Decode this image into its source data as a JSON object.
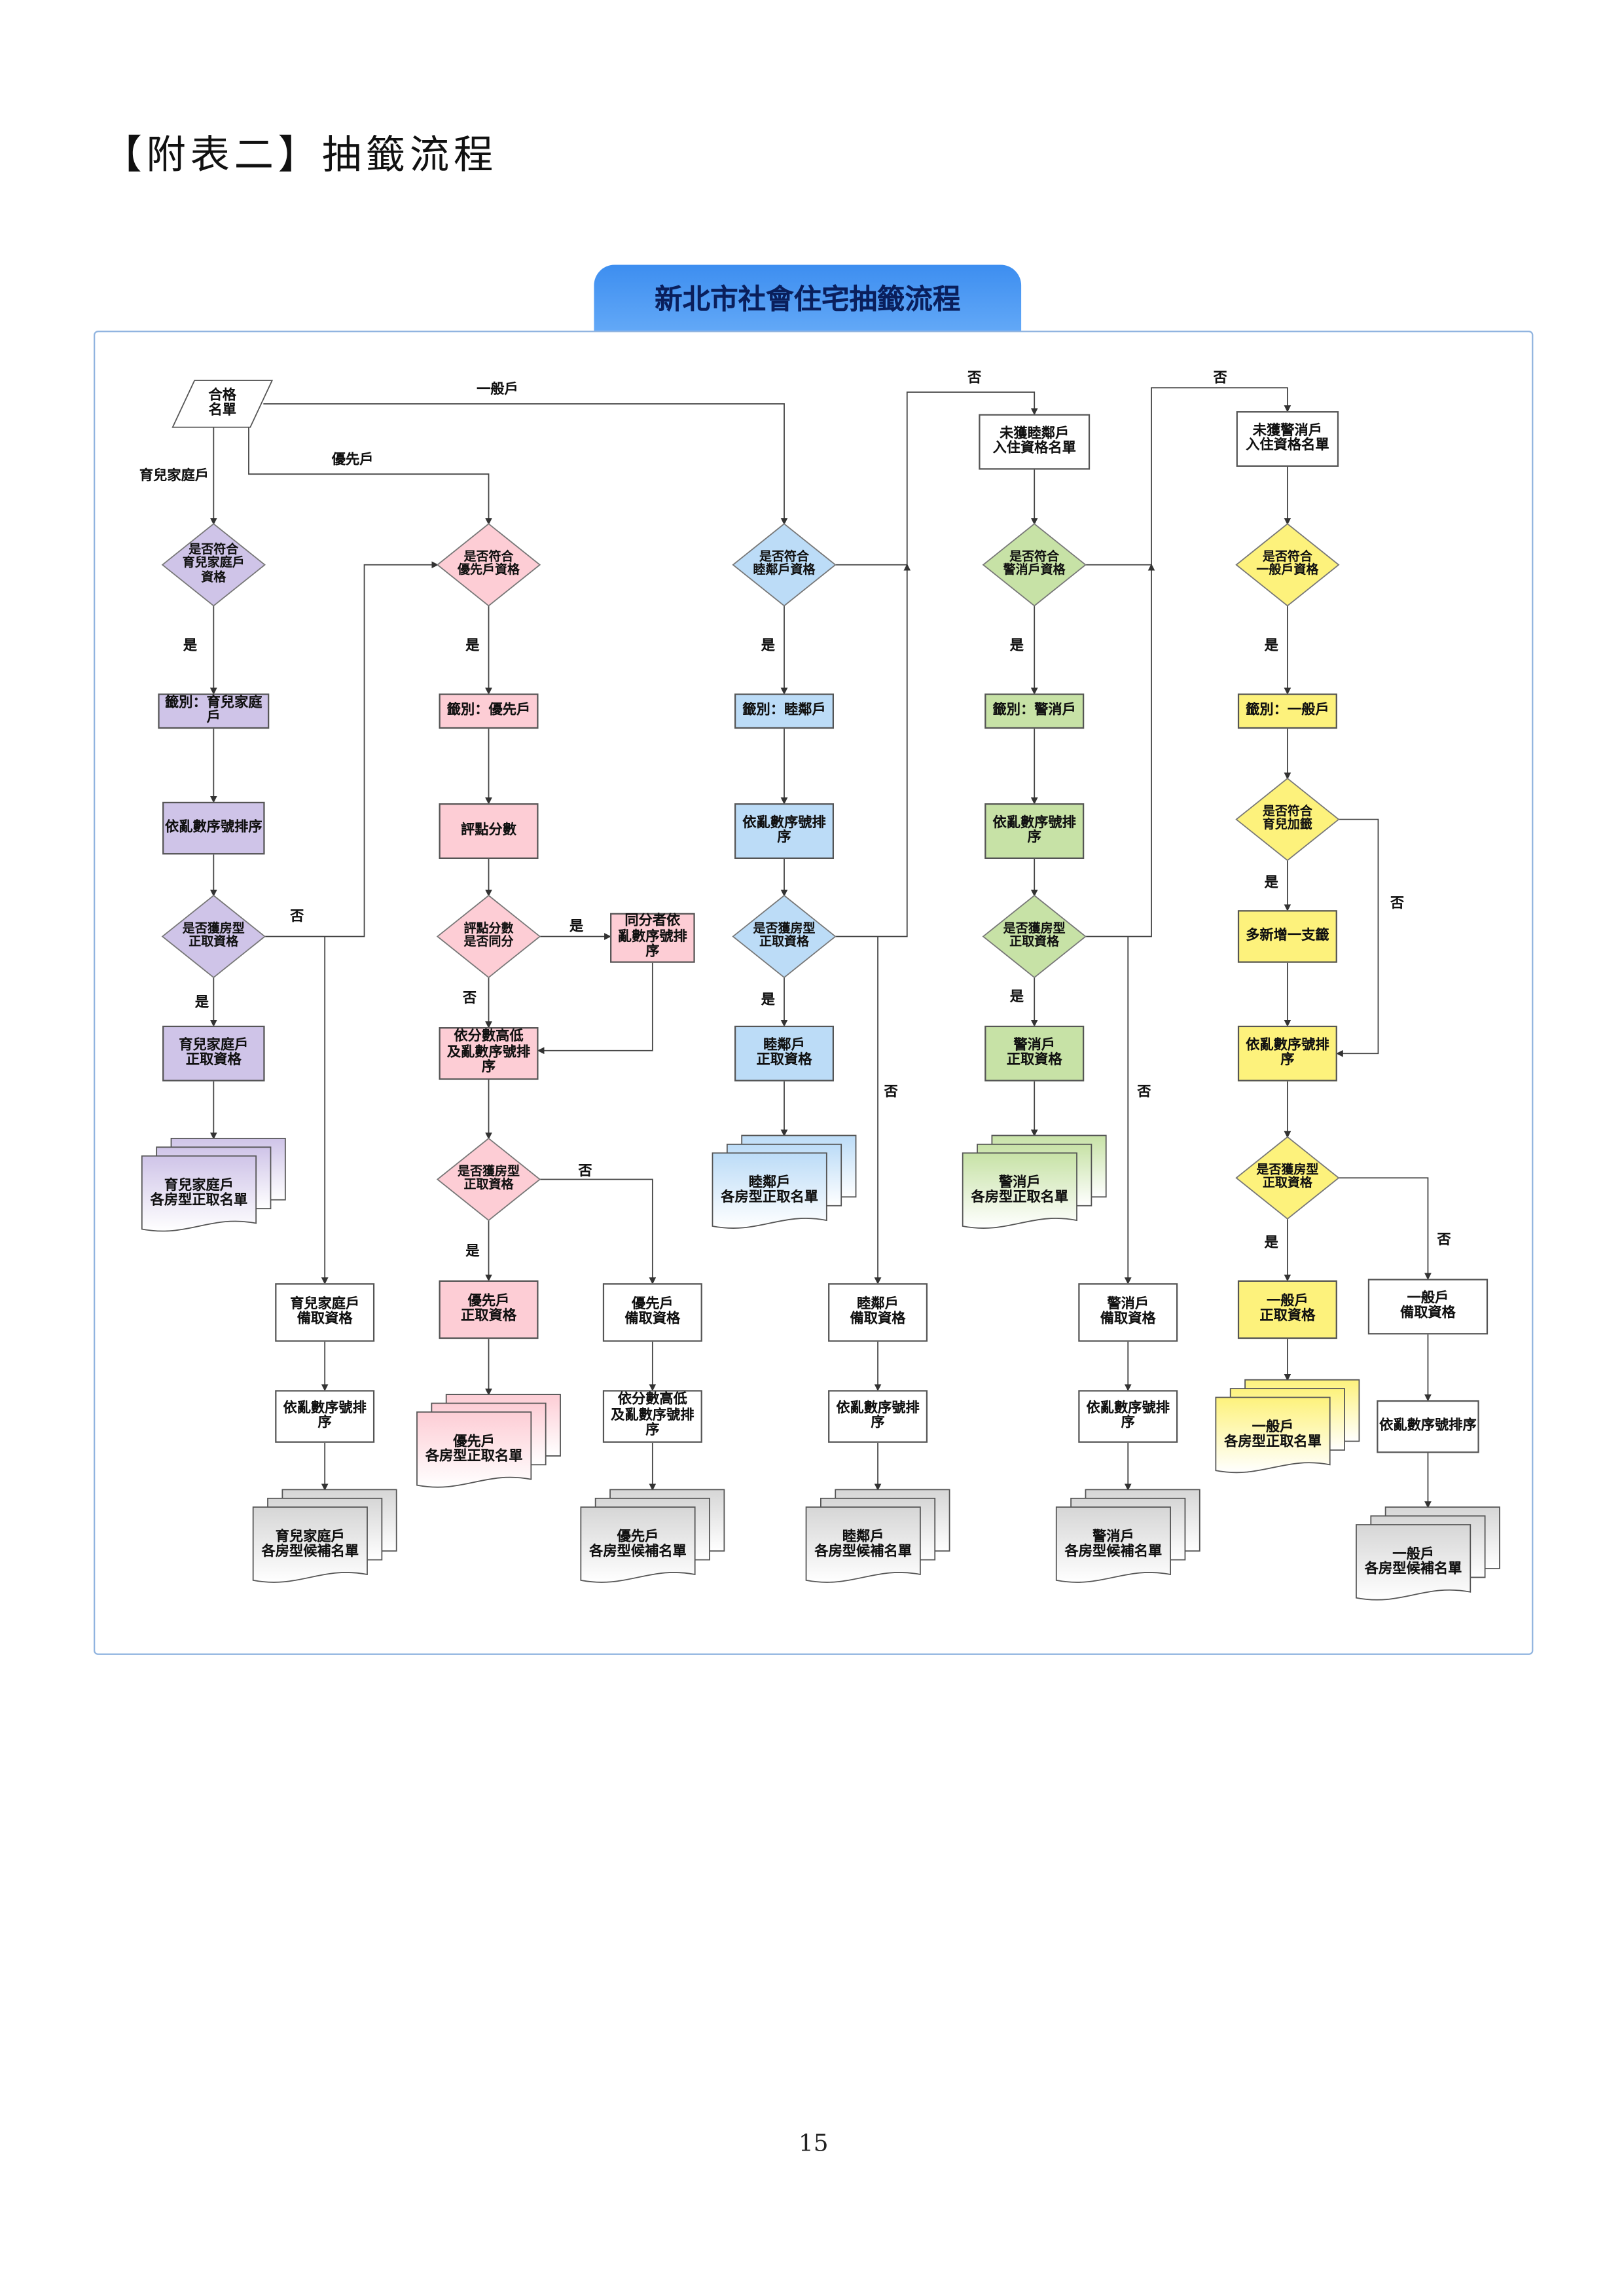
{
  "page": {
    "heading": "【附表二】抽籤流程",
    "flow_title": "新北市社會住宅抽籤流程",
    "page_number": "15"
  },
  "palette": {
    "purple": "#cfc4e8",
    "pink": "#fdcdd5",
    "blue": "#bcdcf7",
    "green": "#c7e2a6",
    "yellow": "#fdf27c",
    "white": "#ffffff",
    "gray": "#d6d6d6",
    "line": "#444444",
    "frame": "#8fb3df",
    "title_bar": "#4a98f3"
  },
  "nodes": {
    "start": {
      "text": "合格\n名單",
      "color": "white"
    },
    "p_q1": {
      "text": "是否符合\n育兒家庭戶\n資格",
      "color": "purple"
    },
    "k_q1": {
      "text": "是否符合\n優先戶資格",
      "color": "pink"
    },
    "b_q1": {
      "text": "是否符合\n睦鄰戶資格",
      "color": "blue"
    },
    "g_q1": {
      "text": "是否符合\n警消戶資格",
      "color": "green"
    },
    "y_q1": {
      "text": "是否符合\n一般戶資格",
      "color": "yellow"
    },
    "g_unq": {
      "text": "未獲睦鄰戶\n入住資格名單",
      "color": "white"
    },
    "y_unq": {
      "text": "未獲警消戶\n入住資格名單",
      "color": "white"
    },
    "p_lot": {
      "text": "籤別：育兒家庭戶",
      "color": "purple"
    },
    "k_lot": {
      "text": "籤別：優先戶",
      "color": "pink"
    },
    "b_lot": {
      "text": "籤別：睦鄰戶",
      "color": "blue"
    },
    "g_lot": {
      "text": "籤別：警消戶",
      "color": "green"
    },
    "y_lot": {
      "text": "籤別：一般戶",
      "color": "yellow"
    },
    "p_sort": {
      "text": "依亂數序號排序",
      "color": "purple"
    },
    "k_score": {
      "text": "評點分數",
      "color": "pink"
    },
    "b_sort": {
      "text": "依亂數序號排序",
      "color": "blue"
    },
    "g_sort": {
      "text": "依亂數序號排序",
      "color": "green"
    },
    "y_q2": {
      "text": "是否符合\n育兒加籤",
      "color": "yellow"
    },
    "p_q2": {
      "text": "是否獲房型\n正取資格",
      "color": "purple"
    },
    "k_tie": {
      "text": "評點分數\n是否同分",
      "color": "pink"
    },
    "k_tiesort": {
      "text": "同分者依\n亂數序號排序",
      "color": "pink"
    },
    "b_q2": {
      "text": "是否獲房型\n正取資格",
      "color": "blue"
    },
    "g_q2": {
      "text": "是否獲房型\n正取資格",
      "color": "green"
    },
    "y_extra": {
      "text": "多新增一支籤",
      "color": "yellow"
    },
    "p_ok": {
      "text": "育兒家庭戶\n正取資格",
      "color": "purple"
    },
    "k_sort": {
      "text": "依分數高低\n及亂數序號排序",
      "color": "pink"
    },
    "b_ok": {
      "text": "睦鄰戶\n正取資格",
      "color": "blue"
    },
    "g_ok": {
      "text": "警消戶\n正取資格",
      "color": "green"
    },
    "y_sort": {
      "text": "依亂數序號排序",
      "color": "yellow"
    },
    "p_doc": {
      "text": "育兒家庭戶\n各房型正取名單",
      "color": "purple"
    },
    "k_q2": {
      "text": "是否獲房型\n正取資格",
      "color": "pink"
    },
    "b_doc": {
      "text": "睦鄰戶\n各房型正取名單",
      "color": "blue"
    },
    "g_doc": {
      "text": "警消戶\n各房型正取名單",
      "color": "green"
    },
    "y_q3": {
      "text": "是否獲房型\n正取資格",
      "color": "yellow"
    },
    "p_bk": {
      "text": "育兒家庭戶\n備取資格",
      "color": "white"
    },
    "k_ok": {
      "text": "優先戶\n正取資格",
      "color": "pink"
    },
    "k_bk": {
      "text": "優先戶\n備取資格",
      "color": "white"
    },
    "b_bk": {
      "text": "睦鄰戶\n備取資格",
      "color": "white"
    },
    "g_bk": {
      "text": "警消戶\n備取資格",
      "color": "white"
    },
    "y_ok": {
      "text": "一般戶\n正取資格",
      "color": "yellow"
    },
    "y_bk": {
      "text": "一般戶\n備取資格",
      "color": "white"
    },
    "p_bksort": {
      "text": "依亂數序號排序",
      "color": "white"
    },
    "k_doc": {
      "text": "優先戶\n各房型正取名單",
      "color": "pink"
    },
    "k_bksort": {
      "text": "依分數高低\n及亂數序號排序",
      "color": "white"
    },
    "b_bksort": {
      "text": "依亂數序號排序",
      "color": "white"
    },
    "g_bksort": {
      "text": "依亂數序號排序",
      "color": "white"
    },
    "y_doc": {
      "text": "一般戶\n各房型正取名單",
      "color": "yellow"
    },
    "y_bksort": {
      "text": "依亂數序號排序",
      "color": "white"
    },
    "p_bkdoc": {
      "text": "育兒家庭戶\n各房型候補名單",
      "color": "gray"
    },
    "k_bkdoc": {
      "text": "優先戶\n各房型候補名單",
      "color": "gray"
    },
    "b_bkdoc": {
      "text": "睦鄰戶\n各房型候補名單",
      "color": "gray"
    },
    "g_bkdoc": {
      "text": "警消戶\n各房型候補名單",
      "color": "gray"
    },
    "y_bkdoc": {
      "text": "一般戶\n各房型候補名單",
      "color": "gray"
    }
  },
  "edge_labels": {
    "general": "一般戶",
    "priority": "優先戶",
    "childcare": "育兒家庭戶",
    "yes": "是",
    "no": "否"
  }
}
